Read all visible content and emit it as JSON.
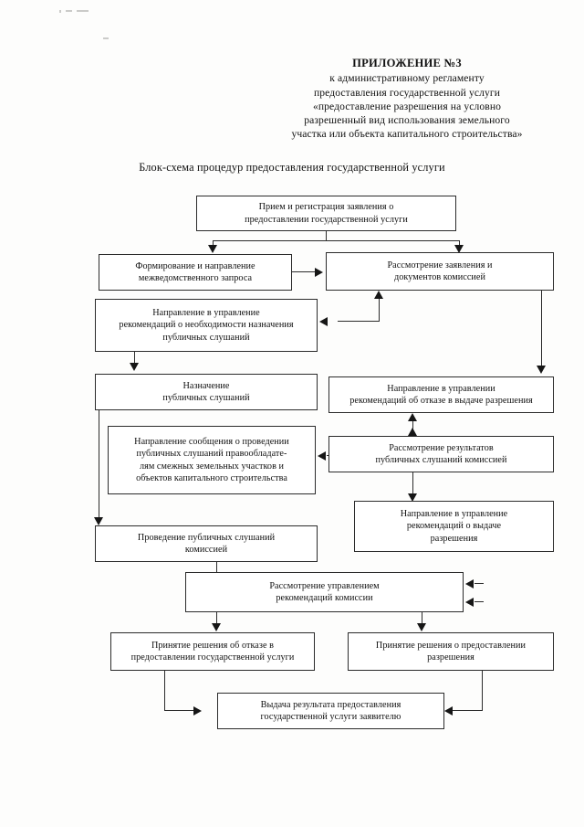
{
  "document": {
    "header": {
      "title": "ПРИЛОЖЕНИЕ №3",
      "lines": [
        "к административному регламенту",
        "предоставления государственной услуги",
        "«предоставление разрешения на условно",
        "разрешенный вид использования земельного",
        "участка или объекта капитального строительства»"
      ]
    },
    "subtitle": "Блок-схема процедур предоставления государственной услуги"
  },
  "flowchart": {
    "type": "diagram",
    "nodes": [
      {
        "id": "n1",
        "label": "Прием и регистрация заявления о предоставлении государственной услуги",
        "lines": [
          "Прием и регистрация заявления о",
          "предоставлении государственной услуги"
        ]
      },
      {
        "id": "n2",
        "label": "Формирование и направление межведомственного запроса",
        "lines": [
          "Формирование и направление",
          "межведомственного запроса"
        ]
      },
      {
        "id": "n3",
        "label": "Рассмотрение заявления и документов комиссией",
        "lines": [
          "Рассмотрение заявления и",
          "документов комиссией"
        ]
      },
      {
        "id": "n4",
        "label": "Направление в управление рекомендаций о необходимости назначения публичных слушаний",
        "lines": [
          "Направление в управление",
          "рекомендаций о необходимости назначения",
          "публичных слушаний"
        ]
      },
      {
        "id": "n5",
        "label": "Назначение публичных слушаний",
        "lines": [
          "Назначение",
          "публичных слушаний"
        ]
      },
      {
        "id": "n6",
        "label": "Направление в управлении рекомендаций об отказе в выдаче разрешения",
        "lines": [
          "Направление в управлении",
          "рекомендаций об отказе в выдаче разрешения"
        ]
      },
      {
        "id": "n7",
        "label": "Направление сообщения о проведении публичных слушаний правообладателям смежных земельных участков и объектов капитального строительства",
        "lines": [
          "Направление сообщения о проведении",
          "публичных слушаний правообладате-",
          "лям смежных земельных участков и",
          "объектов капитального строительства"
        ]
      },
      {
        "id": "n8",
        "label": "Рассмотрение результатов публичных слушаний комиссией",
        "lines": [
          "Рассмотрение результатов",
          "публичных слушаний комиссией"
        ]
      },
      {
        "id": "n9",
        "label": "Направление в управление рекомендаций о выдаче разрешения",
        "lines": [
          "Направление в управление",
          "рекомендаций о выдаче",
          "разрешения"
        ]
      },
      {
        "id": "n10",
        "label": "Проведение публичных слушаний комиссией",
        "lines": [
          "Проведение публичных слушаний",
          "комиссией"
        ]
      },
      {
        "id": "n11",
        "label": "Рассмотрение управлением рекомендаций комиссии",
        "lines": [
          "Рассмотрение управлением",
          "рекомендаций комиссии"
        ]
      },
      {
        "id": "n12",
        "label": "Принятие решения об отказе в предоставлении государственной услуги",
        "lines": [
          "Принятие решения об отказе в",
          "предоставлении государственной услуги"
        ]
      },
      {
        "id": "n13",
        "label": "Принятие решения о предоставлении разрешения",
        "lines": [
          "Принятие решения о предоставлении",
          "разрешения"
        ]
      },
      {
        "id": "n14",
        "label": "Выдача результата предоставления государственной услуги заявителю",
        "lines": [
          "Выдача результата предоставления",
          "государственной услуги заявителю"
        ]
      }
    ]
  },
  "colors": {
    "ink": "#111111",
    "line": "#2b2b2b",
    "paper": "#fdfdfc"
  }
}
